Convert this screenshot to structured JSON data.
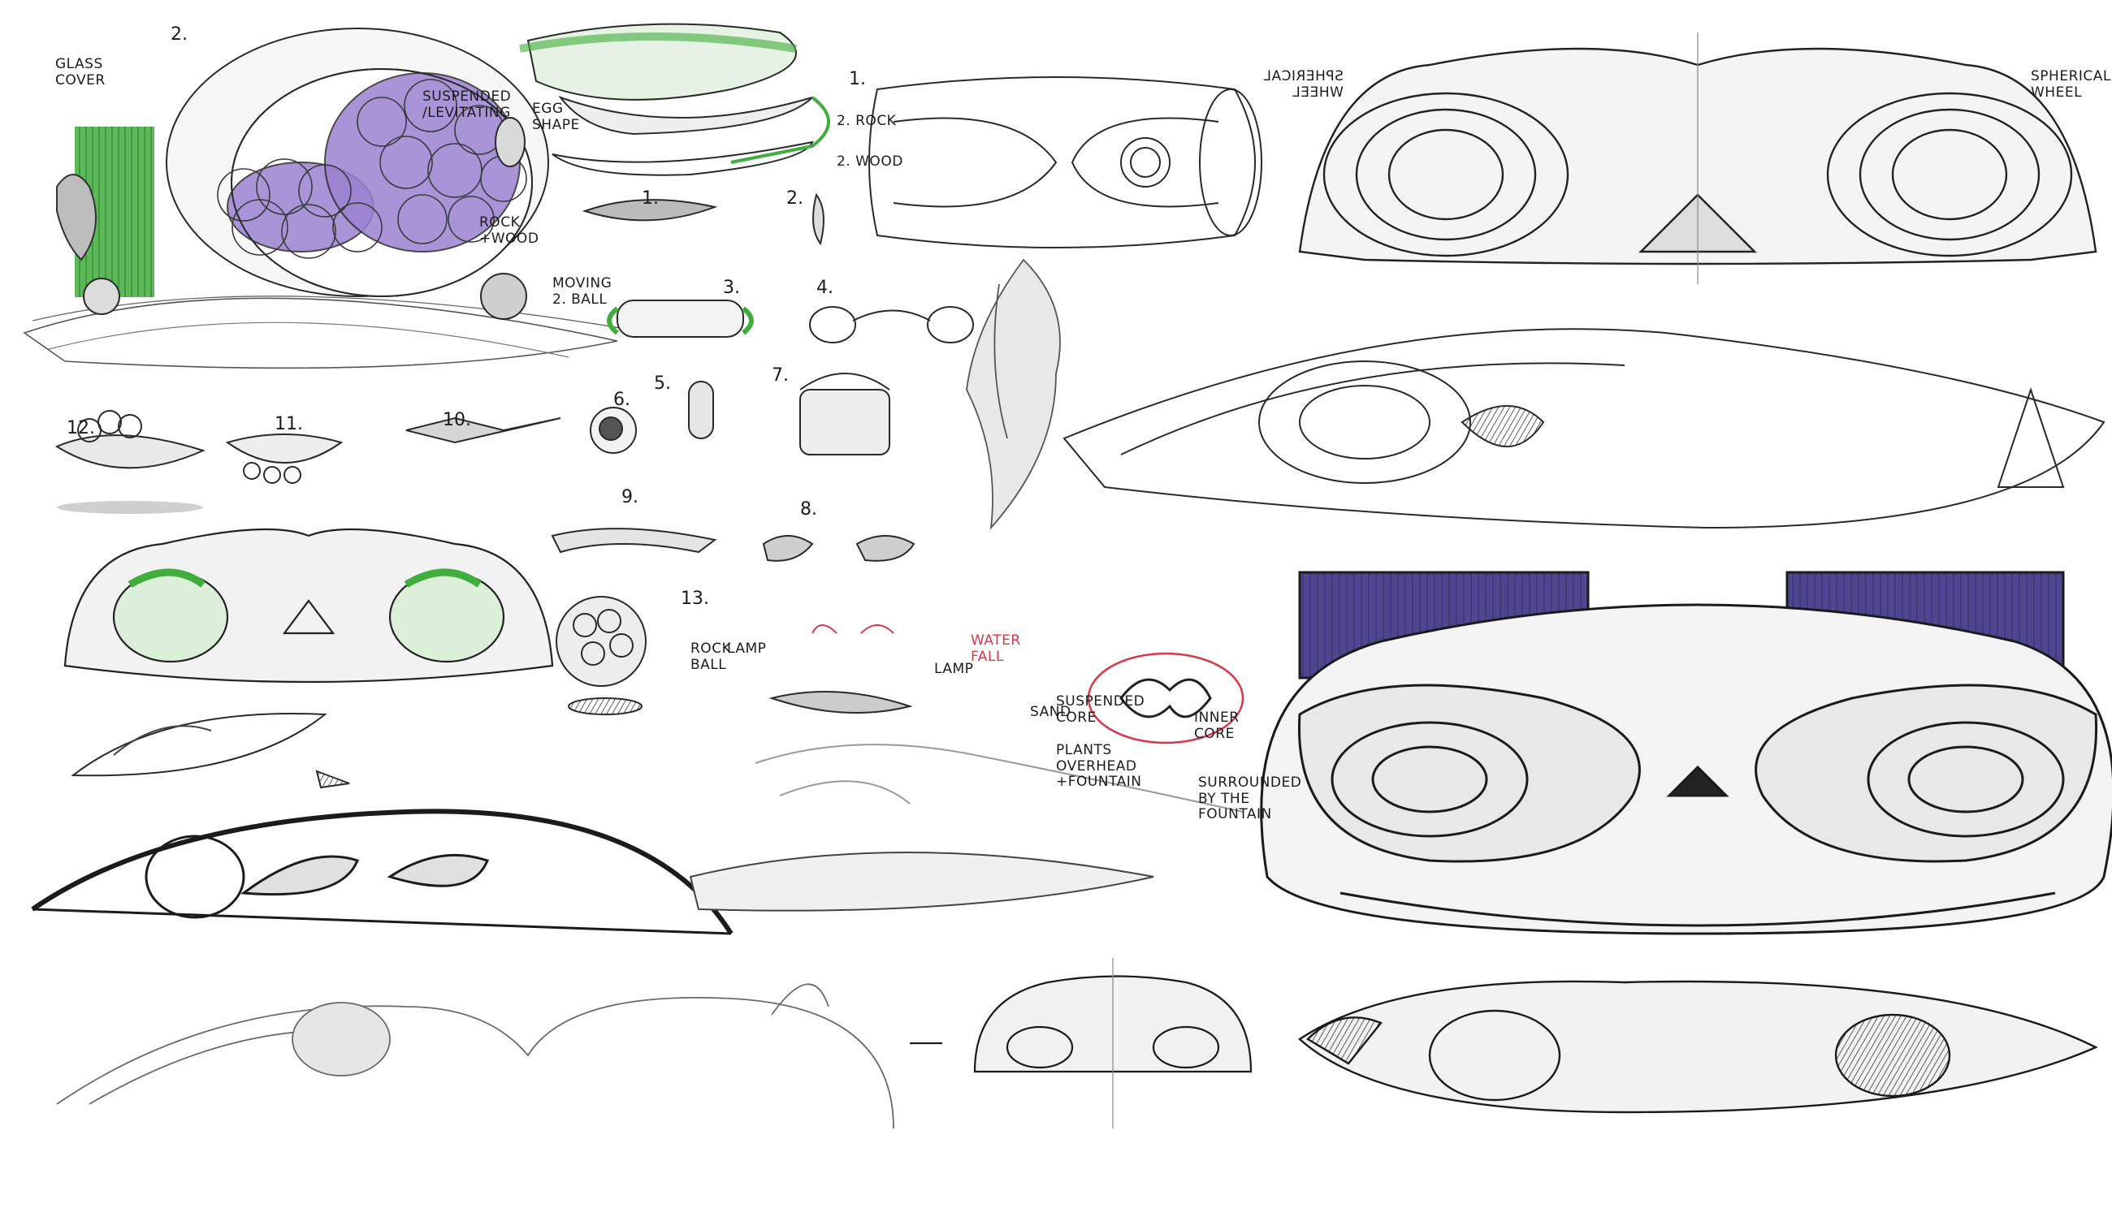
{
  "annotations": {
    "glass_cover": "GLASS\nCOVER",
    "suspended_levitating": "SUSPENDED\n/LEVITATING",
    "egg_shape": "EGG\nSHAPE",
    "rock": "2. ROCK",
    "wood": "2. WOOD",
    "rock_wood": "ROCK\n+WOOD",
    "moving_ball": "MOVING\n2. BALL",
    "rock_ball": "ROCK\nBALL",
    "lamp_left": "LAMP",
    "lamp_right": "LAMP",
    "water_fall": "WATER\nFALL",
    "suspended_core": "SUSPENDED\nCORE",
    "sand": "SAND",
    "plants_overhead": "PLANTS\nOVERHEAD\n+FOUNTAIN",
    "inner_core": "INNER\nCORE",
    "surrounded": "SURROUNDED\nBY THE\nFOUNTAIN",
    "spherical_wheel_left": "SPHERICAL\nWHEEL",
    "spherical_wheel_right": "SPHERICAL\nWHEEL"
  },
  "numbers": {
    "n1": "1.",
    "n1b": "1.",
    "n2": "2.",
    "n2b": "2.",
    "n3": "3.",
    "n4": "4.",
    "n5": "5.",
    "n6": "6.",
    "n7": "7.",
    "n8": "8.",
    "n9": "9.",
    "n10": "10.",
    "n11": "11.",
    "n12": "12.",
    "n13": "13."
  },
  "colors": {
    "ink": "#1c1c1c",
    "pencil": "#8a8a8a",
    "purple": "#8f72c9",
    "green": "#3fae3c",
    "navy_purple": "#4f4691",
    "red": "#d8394a"
  }
}
